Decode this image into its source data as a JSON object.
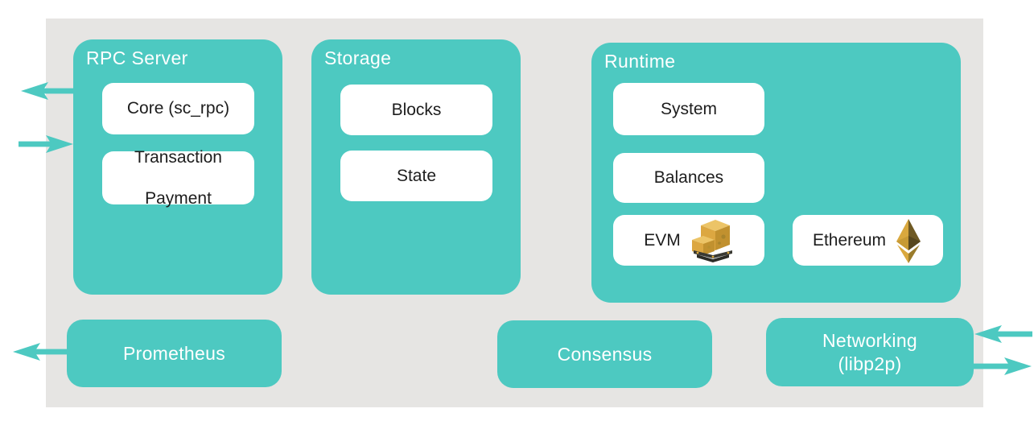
{
  "colors": {
    "teal_accent": "#4dc9c1",
    "backdrop_gray": "#e6e5e3",
    "module_bg": "#ffffff",
    "module_text": "#1d1d1d",
    "panel_title_text": "#ffffff",
    "icon_gold": "#d9a83e",
    "icon_gold_dark": "#6f5a24",
    "pallet_slat_dark": "#3a3a33"
  },
  "panels": {
    "rpc": {
      "title": "RPC Server",
      "modules": {
        "core": "Core (sc_rpc)",
        "transaction_payment_lines": [
          "Transaction",
          "Payment"
        ]
      }
    },
    "storage": {
      "title": "Storage",
      "modules": {
        "blocks": "Blocks",
        "state": "State"
      }
    },
    "runtime": {
      "title": "Runtime",
      "modules": {
        "system": "System",
        "balances": "Balances",
        "evm": "EVM",
        "ethereum": "Ethereum"
      },
      "icons": {
        "evm": "pallet-icon",
        "ethereum": "ethereum-logo-icon"
      }
    }
  },
  "nodes": {
    "prometheus": "Prometheus",
    "consensus": "Consensus",
    "networking_lines": [
      "Networking",
      "(libp2p)"
    ]
  },
  "arrows": [
    {
      "id": "rpc-outbound",
      "attached_to": "rpc-server",
      "side": "left",
      "direction": "pointing-left-out"
    },
    {
      "id": "rpc-inbound",
      "attached_to": "rpc-server",
      "side": "left",
      "direction": "pointing-right-in"
    },
    {
      "id": "prometheus-outbound",
      "attached_to": "prometheus",
      "side": "left",
      "direction": "pointing-left-out"
    },
    {
      "id": "networking-inbound",
      "attached_to": "networking",
      "side": "right",
      "direction": "pointing-left-in"
    },
    {
      "id": "networking-outbound",
      "attached_to": "networking",
      "side": "right",
      "direction": "pointing-right-out"
    }
  ]
}
